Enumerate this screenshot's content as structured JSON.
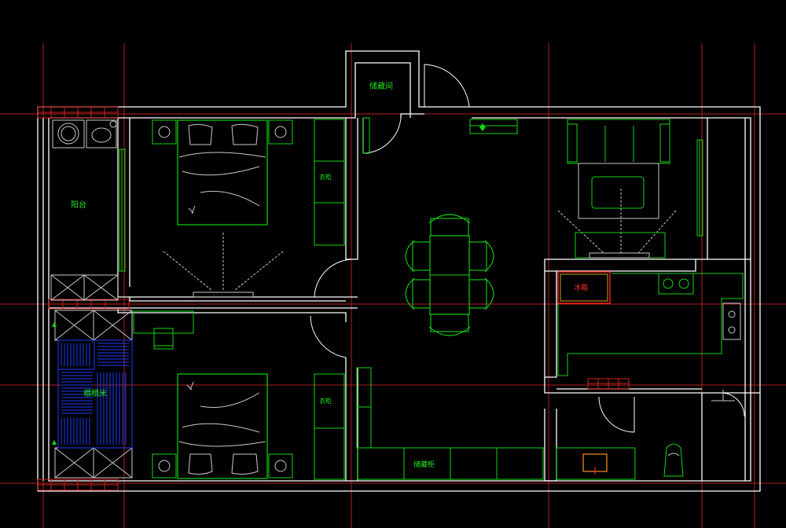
{
  "labels": {
    "storage_room": "储藏间",
    "balcony": "阳台",
    "wardrobe_top": "衣柜",
    "wardrobe_bottom": "衣柜",
    "tatami": "榻榻米",
    "storage_cabinet": "储藏柜",
    "fridge": "冰箱"
  },
  "colors": {
    "background": "#000000",
    "wall": "#ffffff",
    "furniture": "#12d412",
    "gridline": "#b02020",
    "label": "#24e324",
    "tatami": "#1c3cff",
    "brick": "#d02020",
    "fixture": "#c8c8c8",
    "highlight": "#ff2020"
  }
}
